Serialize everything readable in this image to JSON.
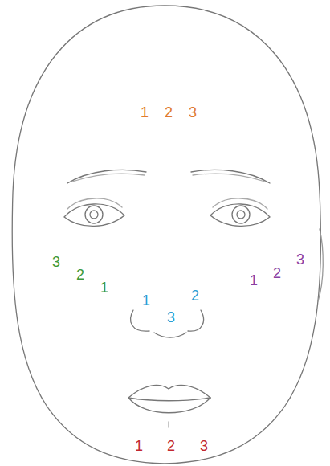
{
  "diagram": {
    "labels": [
      "1",
      "2",
      "3",
      "3",
      "2",
      "1",
      "1",
      "2",
      "3",
      "1",
      "2",
      "3",
      "1",
      "2",
      "3"
    ]
  }
}
